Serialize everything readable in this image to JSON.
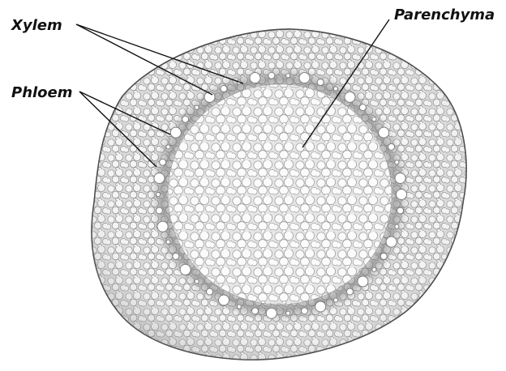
{
  "diagram": {
    "labels": {
      "xylem": "Xylem",
      "phloem": "Phloem",
      "parenchyma": "Parenchyma"
    }
  },
  "colors": {
    "cortex_fill": "#d6d6d6",
    "cell_wall": "#8a8a8a",
    "pith_fill": "#eeeeee",
    "ring_shadow": "#9c9c9c",
    "vessel_fill": "#ffffff",
    "outline": "#444444",
    "label_text": "#111111"
  }
}
